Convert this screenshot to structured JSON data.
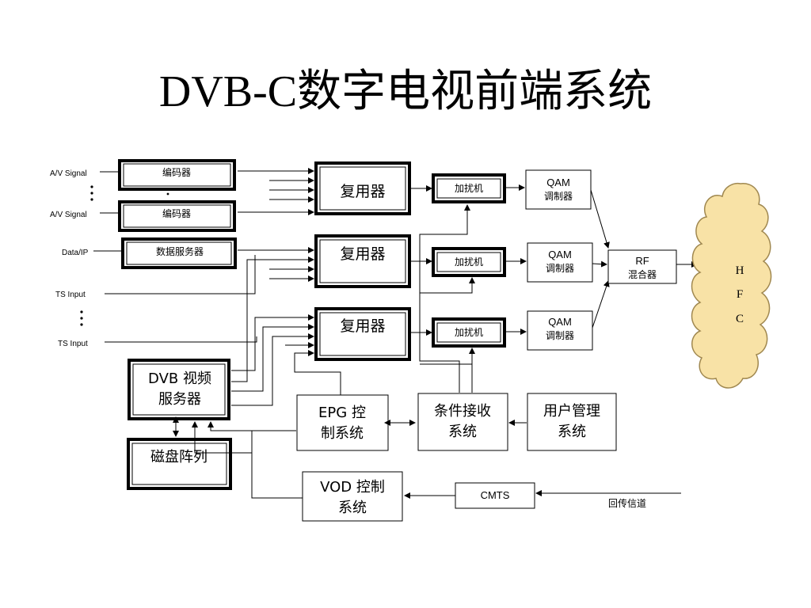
{
  "title": "DVB-C数字电视前端系统",
  "inputs": {
    "av_signal_1": "A/V Signal",
    "av_signal_2": "A/V Signal",
    "data_ip": "Data/IP",
    "ts_input_1": "TS Input",
    "ts_input_2": "TS Input"
  },
  "blocks": {
    "encoder_1": "编码器",
    "encoder_2": "编码器",
    "data_server": "数据服务器",
    "mux_1": "复用器",
    "mux_2": "复用器",
    "mux_3": "复用器",
    "scrambler_1": "加扰机",
    "scrambler_2": "加扰机",
    "scrambler_3": "加扰机",
    "qam_1": [
      "QAM",
      "调制器"
    ],
    "qam_2": [
      "QAM",
      "调制器"
    ],
    "qam_3": [
      "QAM",
      "调制器"
    ],
    "rf_mixer": [
      "RF",
      "混合器"
    ],
    "hfc": [
      "H",
      "F",
      "C"
    ],
    "dvb_video_server": [
      "DVB 视频",
      "服务器"
    ],
    "disk_array": "磁盘阵列",
    "epg_control": [
      "EPG 控",
      "制系统"
    ],
    "conditional_access": [
      "条件接收",
      "系统"
    ],
    "user_management": [
      "用户管理",
      "系统"
    ],
    "vod_control": [
      "VOD 控制",
      "系统"
    ],
    "cmts": "CMTS",
    "return_channel": "回传信道"
  }
}
